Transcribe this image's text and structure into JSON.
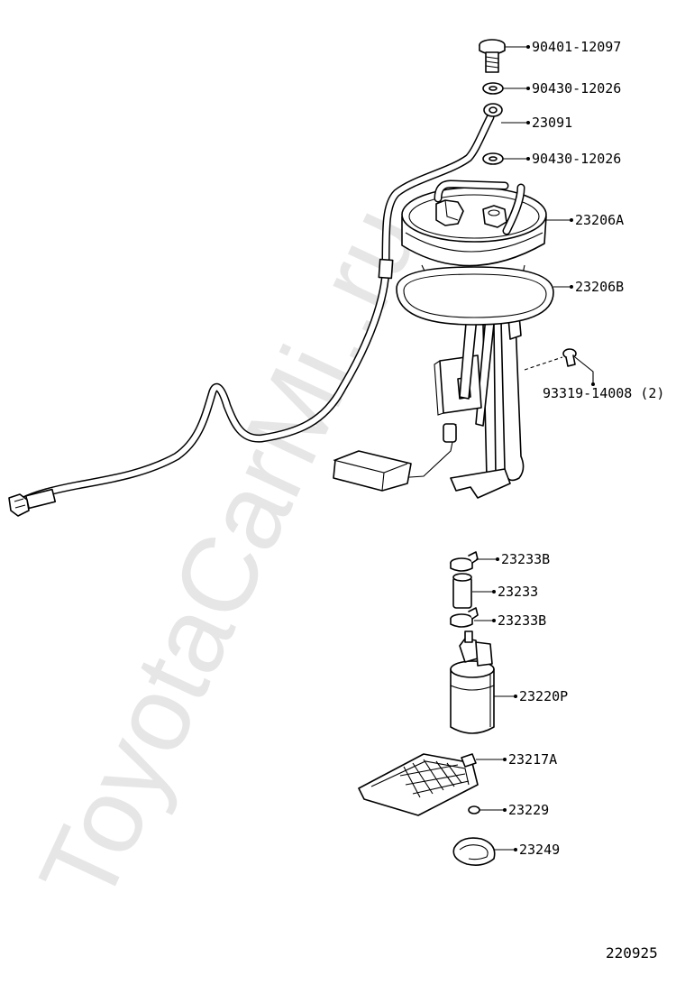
{
  "watermark": "ToyotaCarMi..ru",
  "figure_number": "220925",
  "callouts": [
    {
      "id": "bolt",
      "label": "90401-12097"
    },
    {
      "id": "gasket-upper",
      "label": "90430-12026"
    },
    {
      "id": "fuel-hose",
      "label": "23091"
    },
    {
      "id": "gasket-lower",
      "label": "90430-12026"
    },
    {
      "id": "bracket-pump",
      "label": "23206A"
    },
    {
      "id": "gasket-pump",
      "label": "23206B"
    },
    {
      "id": "screw",
      "label": "93319-14008 (2)"
    },
    {
      "id": "clamp-upper",
      "label": "23233B"
    },
    {
      "id": "hose",
      "label": "23233"
    },
    {
      "id": "clamp-lower",
      "label": "23233B"
    },
    {
      "id": "fuel-pump",
      "label": "23220P"
    },
    {
      "id": "filter",
      "label": "23217A"
    },
    {
      "id": "clip",
      "label": "23229"
    },
    {
      "id": "cushion",
      "label": "23249"
    }
  ]
}
